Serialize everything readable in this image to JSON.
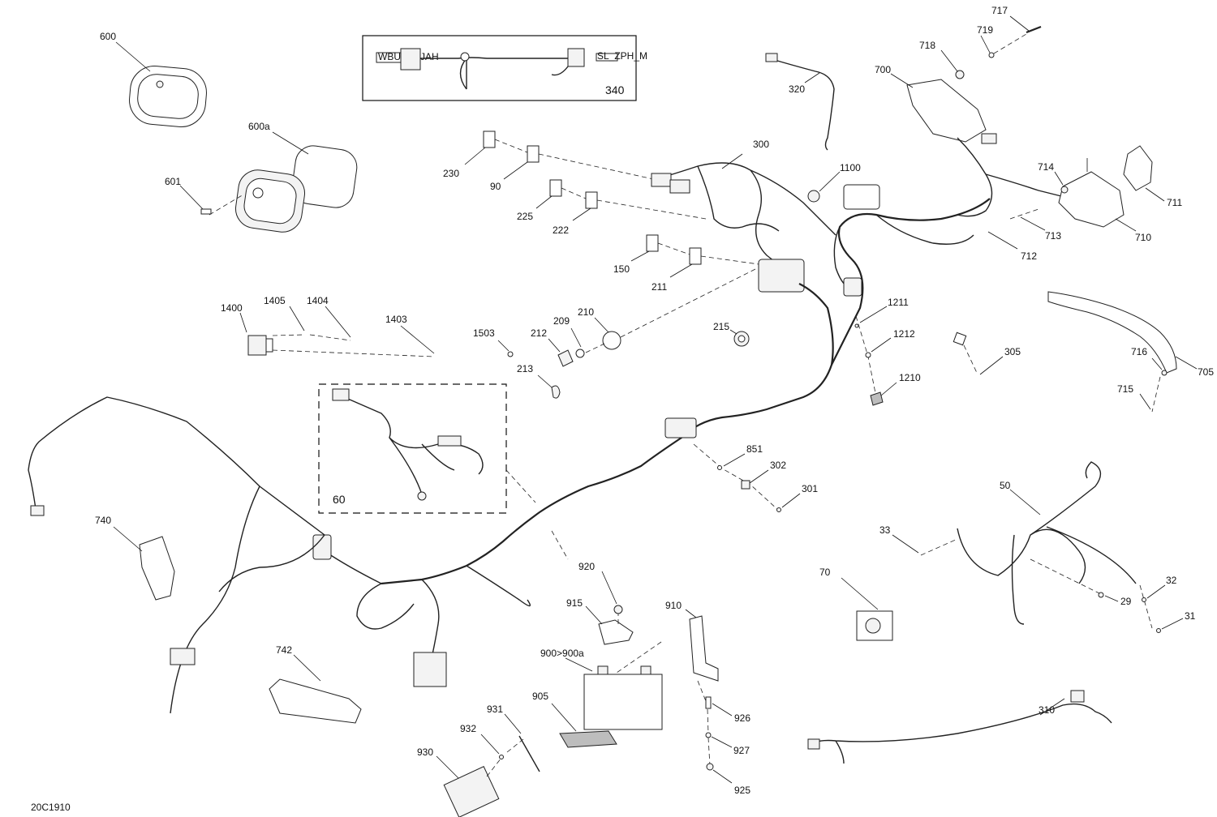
{
  "diagram_code": "20C1910",
  "callouts": {
    "c600": "600",
    "c600a": "600a",
    "c601": "601",
    "c340": "340",
    "c230": "230",
    "c90": "90",
    "c300": "300",
    "c225": "225",
    "c222": "222",
    "c150": "150",
    "c211": "211",
    "c320": "320",
    "c1100": "1100",
    "c700": "700",
    "c717": "717",
    "c718": "718",
    "c719": "719",
    "c714": "714",
    "c711": "711",
    "c710": "710",
    "c713": "713",
    "c712": "712",
    "c1400": "1400",
    "c1405": "1405",
    "c1404": "1404",
    "c1403": "1403",
    "c1503": "1503",
    "c212": "212",
    "c209": "209",
    "c210": "210",
    "c213": "213",
    "c215": "215",
    "c1211": "1211",
    "c1212": "1212",
    "c1210": "1210",
    "c305": "305",
    "c716": "716",
    "c705": "705",
    "c715": "715",
    "c60": "60",
    "c851": "851",
    "c302": "302",
    "c301": "301",
    "c50": "50",
    "c33": "33",
    "c70": "70",
    "c32": "32",
    "c29": "29",
    "c31": "31",
    "c740": "740",
    "c742": "742",
    "c920": "920",
    "c915": "915",
    "c910": "910",
    "c900": "900>900a",
    "c905": "905",
    "c931": "931",
    "c932": "932",
    "c930": "930",
    "c926": "926",
    "c927": "927",
    "c925": "925",
    "c310": "310"
  },
  "inset_340": {
    "tag_left": "WBUCD_JAH",
    "tag_right": "SL_ZPH_M"
  }
}
